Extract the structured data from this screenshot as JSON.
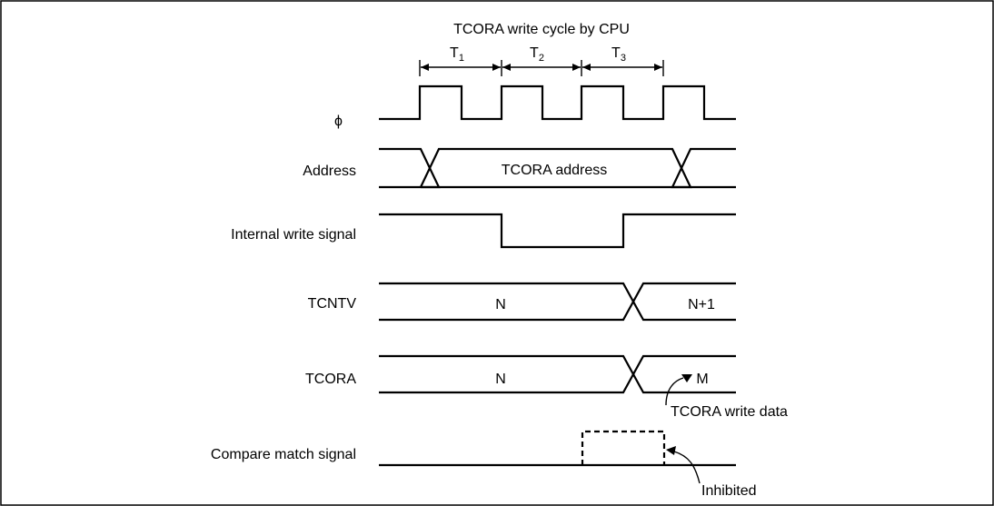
{
  "title": "TCORA write cycle by CPU",
  "cycles": [
    {
      "main": "T",
      "sub": "1"
    },
    {
      "main": "T",
      "sub": "2"
    },
    {
      "main": "T",
      "sub": "3"
    }
  ],
  "signals": {
    "phi": "ϕ",
    "address": "Address",
    "write": "Internal write signal",
    "tcntv": "TCNTV",
    "tcora": "TCORA",
    "compare": "Compare match signal"
  },
  "values": {
    "address": "TCORA address",
    "tcntv_before": "N",
    "tcntv_after": "N+1",
    "tcora_before": "N",
    "tcora_after": "M"
  },
  "annotations": {
    "write_data": "TCORA write data",
    "inhibited": "Inhibited"
  }
}
